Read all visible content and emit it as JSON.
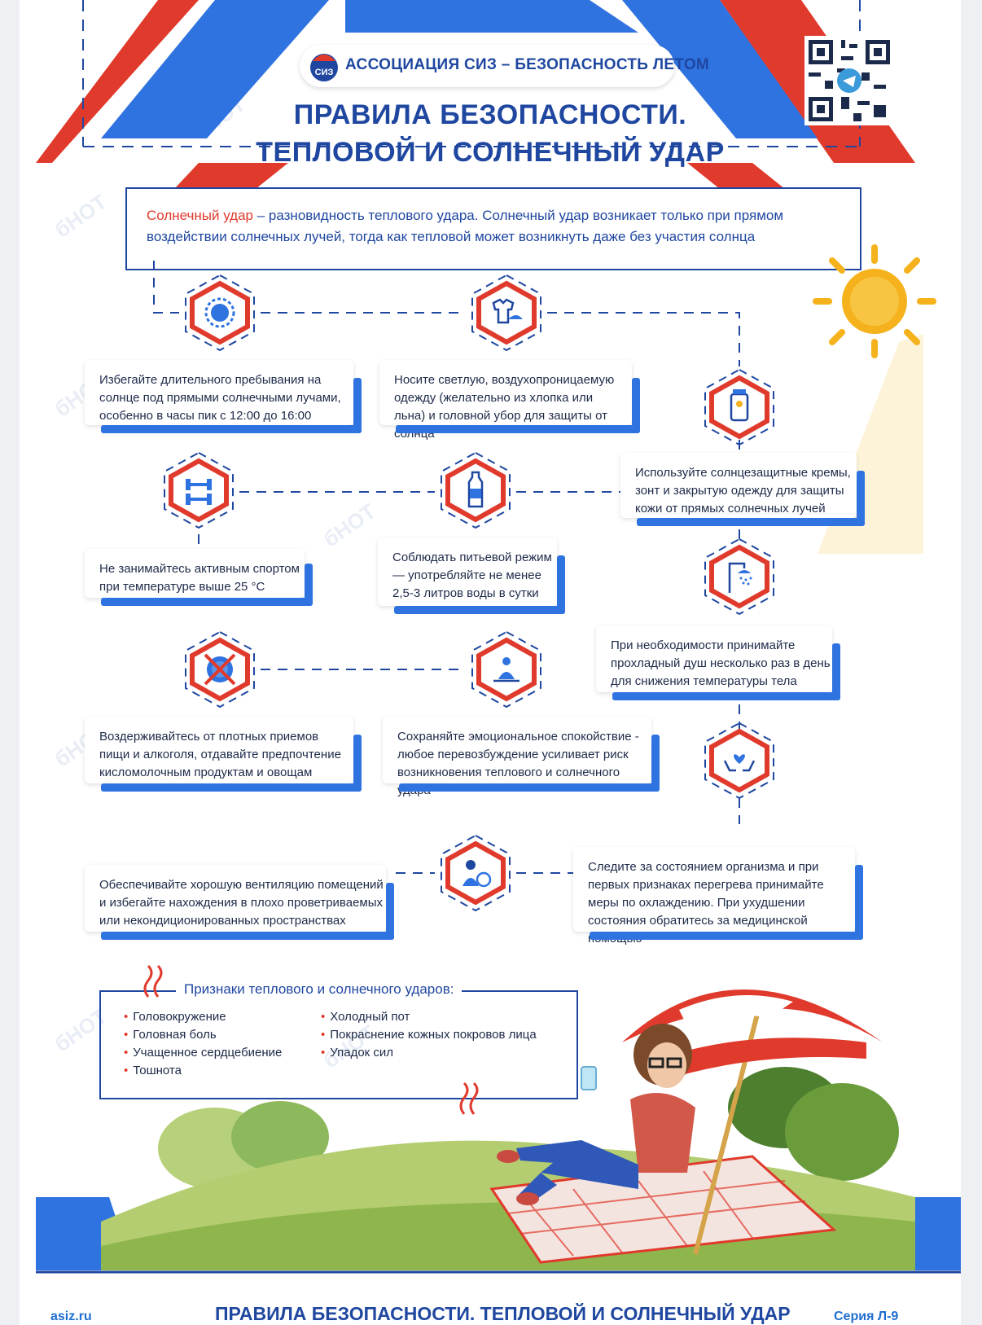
{
  "header": {
    "association": "АССОЦИАЦИЯ СИЗ – БЕЗОПАСНОСТЬ ЛЕТОМ",
    "logo_text": "СИЗ",
    "title_line1": "ПРАВИЛА БЕЗОПАСНОСТИ.",
    "title_line2": "ТЕПЛОВОЙ И СОЛНЕЧНЫЙ УДАР"
  },
  "intro": {
    "term": "Солнечный удар",
    "definition": " – разновидность теплового удара. Солнечный удар возникает только при прямом воздействии солнечных лучей, тогда как тепловой может возникнуть даже без участия солнца"
  },
  "tips": [
    {
      "text": "Избегайте длительного пребывания на солнце под прямыми солнечными лучами, особенно в часы пик с 12:00 до 16:00",
      "icon": "sun-icon"
    },
    {
      "text": "Носите светлую, воздухопроницаемую одежду (желательно из хлопка или льна) и головной убор для защиты от солнца",
      "icon": "clothes-icon"
    },
    {
      "text": "Используйте солнцезащитные кремы, зонт и закрытую одежду для защиты кожи от прямых солнечных лучей",
      "icon": "sunscreen-icon"
    },
    {
      "text": "Не занимайтесь активным спортом при температуре выше 25 °С",
      "icon": "dumbbell-icon"
    },
    {
      "text": "Соблюдать питьевой режим — употребляйте не менее 2,5-3 литров воды в сутки",
      "icon": "water-bottle-icon"
    },
    {
      "text": "При необходимости принимайте прохладный душ несколько раз в день для снижения температуры тела",
      "icon": "shower-icon"
    },
    {
      "text": "Воздерживайтесь от плотных приемов пищи и алкоголя, отдавайте предпочтение кисломолочным продуктам и овощам",
      "icon": "plate-icon"
    },
    {
      "text": "Сохраняйте эмоциональное спокойствие - любое перевозбуждение усиливает риск возникновения теплового и солнечного удара",
      "icon": "meditation-icon"
    },
    {
      "text": "Обеспечивайте хорошую вентиляцию помещений и избегайте нахождения в плохо проветриваемых или некондиционированных пространствах",
      "icon": "ventilation-icon"
    },
    {
      "text": "Следите за состоянием организма и при первых признаках перегрева принимайте меры по охлаждению. При ухудшении состояния обратитесь за медицинской помощью",
      "icon": "health-care-icon"
    }
  ],
  "signs": {
    "title": "Признаки теплового и солнечного ударов:",
    "items": [
      "Головокружение",
      "Головная боль",
      "Учащенное сердцебиение",
      "Тошнота",
      "Холодный пот",
      "Покраснение кожных покровов лица",
      "Упадок сил"
    ]
  },
  "watermark": "бНОТ",
  "footer": {
    "url": "asiz.ru",
    "title": "ПРАВИЛА БЕЗОПАСНОСТИ. ТЕПЛОВОЙ И СОЛНЕЧНЫЙ УДАР",
    "series": "Серия Л-9"
  },
  "colors": {
    "blue": "#1f47a0",
    "accent_blue": "#2f73e0",
    "red": "#e03a2c",
    "sun": "#f5b21c"
  }
}
